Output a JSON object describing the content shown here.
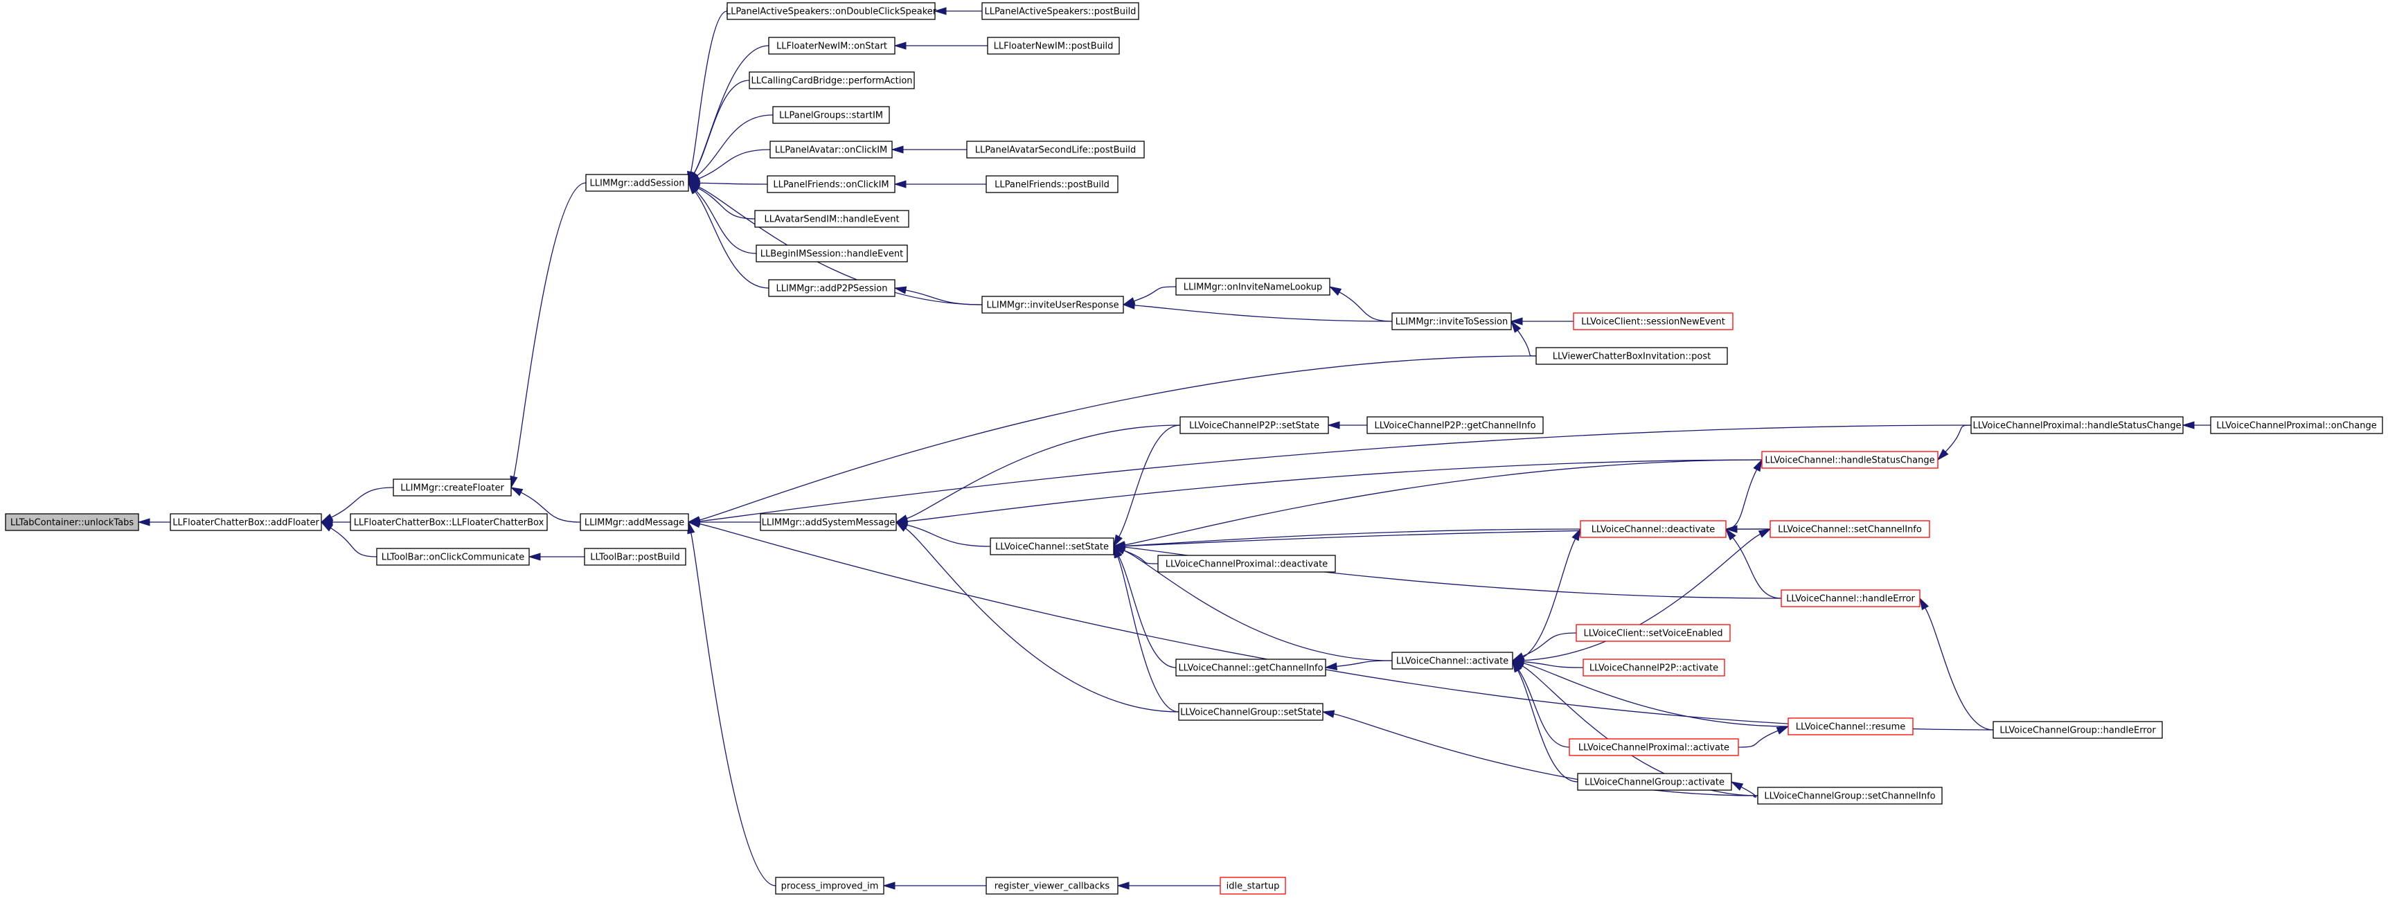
{
  "colors": {
    "edge": "#191970",
    "node_border": "#000000",
    "truncated_border": "#ff0000",
    "root_fill": "#bfbfbf"
  },
  "nodes": [
    {
      "id": "unlockTabs",
      "label": "LLTabContainer::unlockTabs",
      "root": true
    },
    {
      "id": "addFloater",
      "label": "LLFloaterChatterBox::addFloater"
    },
    {
      "id": "createFloater",
      "label": "LLIMMgr::createFloater"
    },
    {
      "id": "ctorChatterBox",
      "label": "LLFloaterChatterBox::LLFloaterChatterBox"
    },
    {
      "id": "onClickCommunicate",
      "label": "LLToolBar::onClickCommunicate"
    },
    {
      "id": "toolbarPostBuild",
      "label": "LLToolBar::postBuild"
    },
    {
      "id": "addSession",
      "label": "LLIMMgr::addSession"
    },
    {
      "id": "addMessage",
      "label": "LLIMMgr::addMessage"
    },
    {
      "id": "activeSpkDbl",
      "label": "LLPanelActiveSpeakers::onDoubleClickSpeaker"
    },
    {
      "id": "activeSpkPost",
      "label": "LLPanelActiveSpeakers::postBuild"
    },
    {
      "id": "newIMStart",
      "label": "LLFloaterNewIM::onStart"
    },
    {
      "id": "newIMPost",
      "label": "LLFloaterNewIM::postBuild"
    },
    {
      "id": "callingCard",
      "label": "LLCallingCardBridge::performAction"
    },
    {
      "id": "groupsStartIM",
      "label": "LLPanelGroups::startIM"
    },
    {
      "id": "avatarClickIM",
      "label": "LLPanelAvatar::onClickIM"
    },
    {
      "id": "avatar2ndLife",
      "label": "LLPanelAvatarSecondLife::postBuild"
    },
    {
      "id": "friendsClickIM",
      "label": "LLPanelFriends::onClickIM"
    },
    {
      "id": "friendsPost",
      "label": "LLPanelFriends::postBuild"
    },
    {
      "id": "avatarSendIM",
      "label": "LLAvatarSendIM::handleEvent"
    },
    {
      "id": "beginIMSession",
      "label": "LLBeginIMSession::handleEvent"
    },
    {
      "id": "addP2PSession",
      "label": "LLIMMgr::addP2PSession"
    },
    {
      "id": "inviteUserResponse",
      "label": "LLIMMgr::inviteUserResponse"
    },
    {
      "id": "onInviteNameLookup",
      "label": "LLIMMgr::onInviteNameLookup"
    },
    {
      "id": "inviteToSession",
      "label": "LLIMMgr::inviteToSession"
    },
    {
      "id": "sessionNewEvent",
      "label": "LLVoiceClient::sessionNewEvent",
      "red": true
    },
    {
      "id": "chatterInvitePost",
      "label": "LLViewerChatterBoxInvitation::post"
    },
    {
      "id": "addSystemMessage",
      "label": "LLIMMgr::addSystemMessage"
    },
    {
      "id": "proximalHandleStatus",
      "label": "LLVoiceChannelProximal::handleStatusChange"
    },
    {
      "id": "proximalOnChange",
      "label": "LLVoiceChannelProximal::onChange"
    },
    {
      "id": "p2pSetState",
      "label": "LLVoiceChannelP2P::setState"
    },
    {
      "id": "p2pGetChannelInfo",
      "label": "LLVoiceChannelP2P::getChannelInfo"
    },
    {
      "id": "chHandleStatus",
      "label": "LLVoiceChannel::handleStatusChange",
      "red": true
    },
    {
      "id": "chSetState",
      "label": "LLVoiceChannel::setState"
    },
    {
      "id": "chDeactivate",
      "label": "LLVoiceChannel::deactivate",
      "red": true
    },
    {
      "id": "chSetChannelInfo",
      "label": "LLVoiceChannel::setChannelInfo",
      "red": true
    },
    {
      "id": "proxDeactivate",
      "label": "LLVoiceChannelProximal::deactivate"
    },
    {
      "id": "chHandleError",
      "label": "LLVoiceChannel::handleError",
      "red": true
    },
    {
      "id": "setVoiceEnabled",
      "label": "LLVoiceClient::setVoiceEnabled",
      "red": true
    },
    {
      "id": "chGetChannelInfo",
      "label": "LLVoiceChannel::getChannelInfo"
    },
    {
      "id": "chActivate",
      "label": "LLVoiceChannel::activate"
    },
    {
      "id": "p2pActivate",
      "label": "LLVoiceChannelP2P::activate",
      "red": true
    },
    {
      "id": "grpSetState",
      "label": "LLVoiceChannelGroup::setState"
    },
    {
      "id": "chResume",
      "label": "LLVoiceChannel::resume",
      "red": true
    },
    {
      "id": "grpHandleError",
      "label": "LLVoiceChannelGroup::handleError"
    },
    {
      "id": "proxActivate",
      "label": "LLVoiceChannelProximal::activate",
      "red": true
    },
    {
      "id": "grpActivate",
      "label": "LLVoiceChannelGroup::activate"
    },
    {
      "id": "grpSetChannelInfo",
      "label": "LLVoiceChannelGroup::setChannelInfo"
    },
    {
      "id": "processImprovedIM",
      "label": "process_improved_im"
    },
    {
      "id": "registerCallbacks",
      "label": "register_viewer_callbacks"
    },
    {
      "id": "idleStartup",
      "label": "idle_startup",
      "red": true
    }
  ],
  "edges": [
    [
      "addFloater",
      "unlockTabs"
    ],
    [
      "createFloater",
      "addFloater"
    ],
    [
      "ctorChatterBox",
      "addFloater"
    ],
    [
      "onClickCommunicate",
      "addFloater"
    ],
    [
      "toolbarPostBuild",
      "onClickCommunicate"
    ],
    [
      "addSession",
      "createFloater"
    ],
    [
      "addMessage",
      "createFloater"
    ],
    [
      "activeSpkDbl",
      "addSession"
    ],
    [
      "activeSpkPost",
      "activeSpkDbl"
    ],
    [
      "newIMStart",
      "addSession"
    ],
    [
      "newIMPost",
      "newIMStart"
    ],
    [
      "callingCard",
      "addSession"
    ],
    [
      "groupsStartIM",
      "addSession"
    ],
    [
      "avatarClickIM",
      "addSession"
    ],
    [
      "avatar2ndLife",
      "avatarClickIM"
    ],
    [
      "friendsClickIM",
      "addSession"
    ],
    [
      "friendsPost",
      "friendsClickIM"
    ],
    [
      "avatarSendIM",
      "addSession"
    ],
    [
      "beginIMSession",
      "addSession"
    ],
    [
      "addP2PSession",
      "addSession"
    ],
    [
      "inviteUserResponse",
      "addSession"
    ],
    [
      "inviteUserResponse",
      "addP2PSession"
    ],
    [
      "onInviteNameLookup",
      "inviteUserResponse"
    ],
    [
      "inviteToSession",
      "inviteUserResponse"
    ],
    [
      "inviteToSession",
      "onInviteNameLookup"
    ],
    [
      "sessionNewEvent",
      "inviteToSession"
    ],
    [
      "chatterInvitePost",
      "inviteToSession"
    ],
    [
      "chatterInvitePost",
      "addMessage"
    ],
    [
      "addSystemMessage",
      "addMessage"
    ],
    [
      "proximalHandleStatus",
      "addMessage"
    ],
    [
      "processImprovedIM",
      "addMessage"
    ],
    [
      "grpHandleError",
      "addMessage"
    ],
    [
      "proximalOnChange",
      "proximalHandleStatus"
    ],
    [
      "p2pSetState",
      "addSystemMessage"
    ],
    [
      "chHandleStatus",
      "addSystemMessage"
    ],
    [
      "chSetState",
      "addSystemMessage"
    ],
    [
      "grpSetState",
      "addSystemMessage"
    ],
    [
      "p2pGetChannelInfo",
      "p2pSetState"
    ],
    [
      "p2pSetState",
      "chSetState"
    ],
    [
      "chHandleStatus",
      "chSetState"
    ],
    [
      "chSetChannelInfo",
      "chSetState"
    ],
    [
      "chDeactivate",
      "chSetState"
    ],
    [
      "proxDeactivate",
      "chSetState"
    ],
    [
      "chHandleError",
      "chSetState"
    ],
    [
      "chActivate",
      "chSetState"
    ],
    [
      "chGetChannelInfo",
      "chSetState"
    ],
    [
      "grpSetState",
      "chSetState"
    ],
    [
      "chDeactivate",
      "chHandleStatus"
    ],
    [
      "proximalHandleStatus",
      "chHandleStatus"
    ],
    [
      "chSetChannelInfo",
      "chDeactivate"
    ],
    [
      "chHandleError",
      "chDeactivate"
    ],
    [
      "chActivate",
      "chDeactivate"
    ],
    [
      "chActivate",
      "chSetChannelInfo"
    ],
    [
      "grpHandleError",
      "chHandleError"
    ],
    [
      "chActivate",
      "chGetChannelInfo"
    ],
    [
      "setVoiceEnabled",
      "chActivate"
    ],
    [
      "p2pActivate",
      "chActivate"
    ],
    [
      "chResume",
      "chActivate"
    ],
    [
      "proxActivate",
      "chActivate"
    ],
    [
      "grpActivate",
      "chActivate"
    ],
    [
      "grpSetChannelInfo",
      "chActivate"
    ],
    [
      "proxActivate",
      "chResume"
    ],
    [
      "grpSetChannelInfo",
      "grpActivate"
    ],
    [
      "grpSetChannelInfo",
      "grpSetState"
    ],
    [
      "registerCallbacks",
      "processImprovedIM"
    ],
    [
      "idleStartup",
      "registerCallbacks"
    ]
  ]
}
